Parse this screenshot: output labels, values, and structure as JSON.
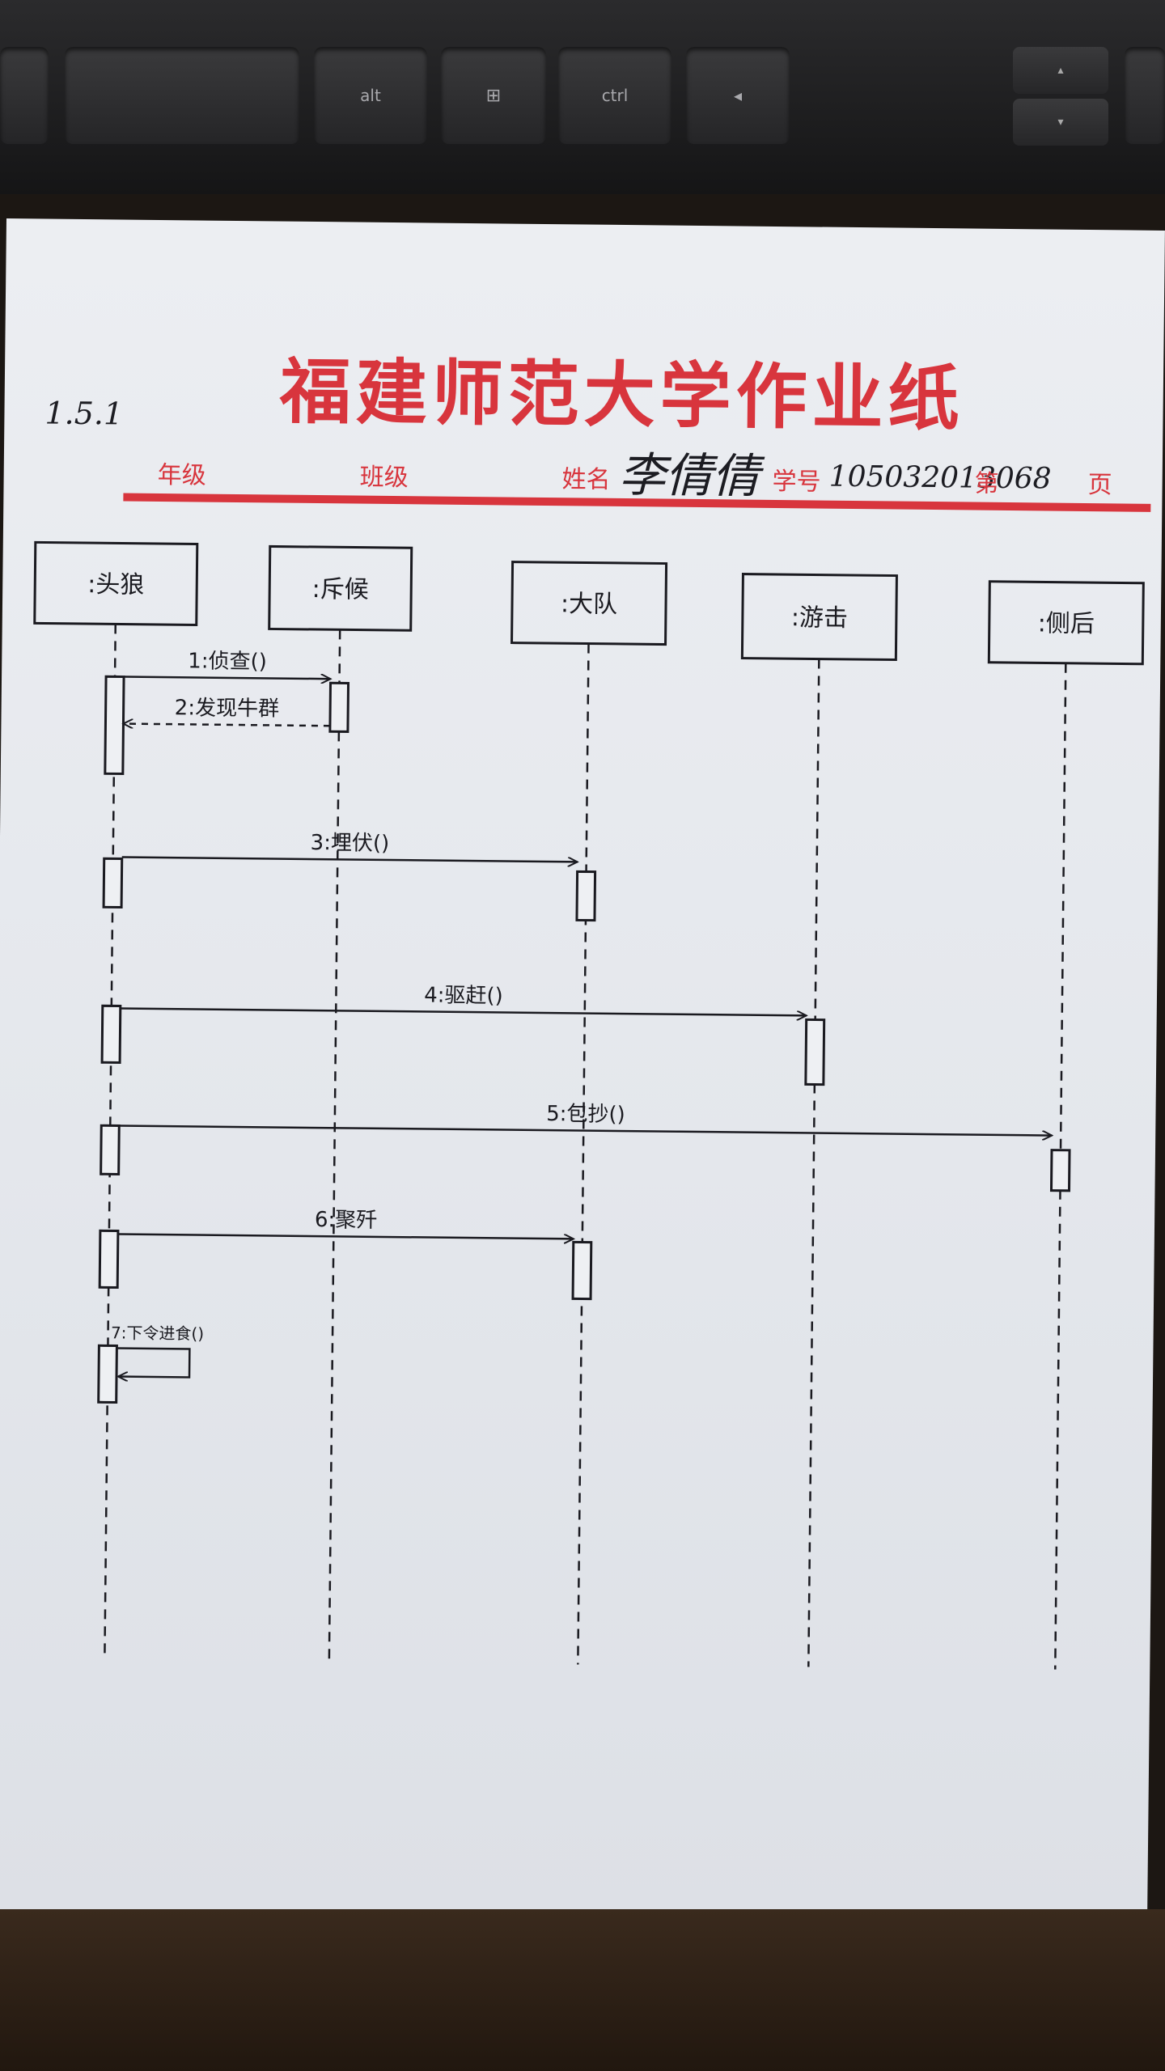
{
  "keyboard": {
    "keys": [
      "alt",
      "",
      "ctrl",
      "◂"
    ],
    "arrows": [
      "▴",
      "▾"
    ]
  },
  "sheet": {
    "title": "福建师范大学作业纸",
    "labels": {
      "grade": "年级",
      "class": "班级",
      "name": "姓名",
      "student_id": "学号",
      "page": "第",
      "page_suffix": "页"
    },
    "page_number": "1.5.1",
    "student_name": "李倩倩",
    "student_id": "105032013068"
  },
  "diagram": {
    "lifelines": [
      ":头狼",
      ":斥候",
      ":大队",
      ":游击",
      ":侧后"
    ],
    "messages": [
      {
        "label": "1:侦查()",
        "from": 0,
        "to": 1,
        "style": "solid"
      },
      {
        "label": "2:发现牛群",
        "from": 1,
        "to": 0,
        "style": "dashed"
      },
      {
        "label": "3:埋伏()",
        "from": 0,
        "to": 2,
        "style": "solid"
      },
      {
        "label": "4:驱赶()",
        "from": 0,
        "to": 3,
        "style": "solid"
      },
      {
        "label": "5:包抄()",
        "from": 0,
        "to": 4,
        "style": "solid"
      },
      {
        "label": "6:聚歼",
        "from": 0,
        "to": 2,
        "style": "solid"
      },
      {
        "label": "7:下令进食()",
        "from": 0,
        "to": 0,
        "style": "self"
      }
    ]
  },
  "colors": {
    "ink": "#1a1a20",
    "header_red": "#d8353d",
    "paper": "#e6e9ee"
  }
}
